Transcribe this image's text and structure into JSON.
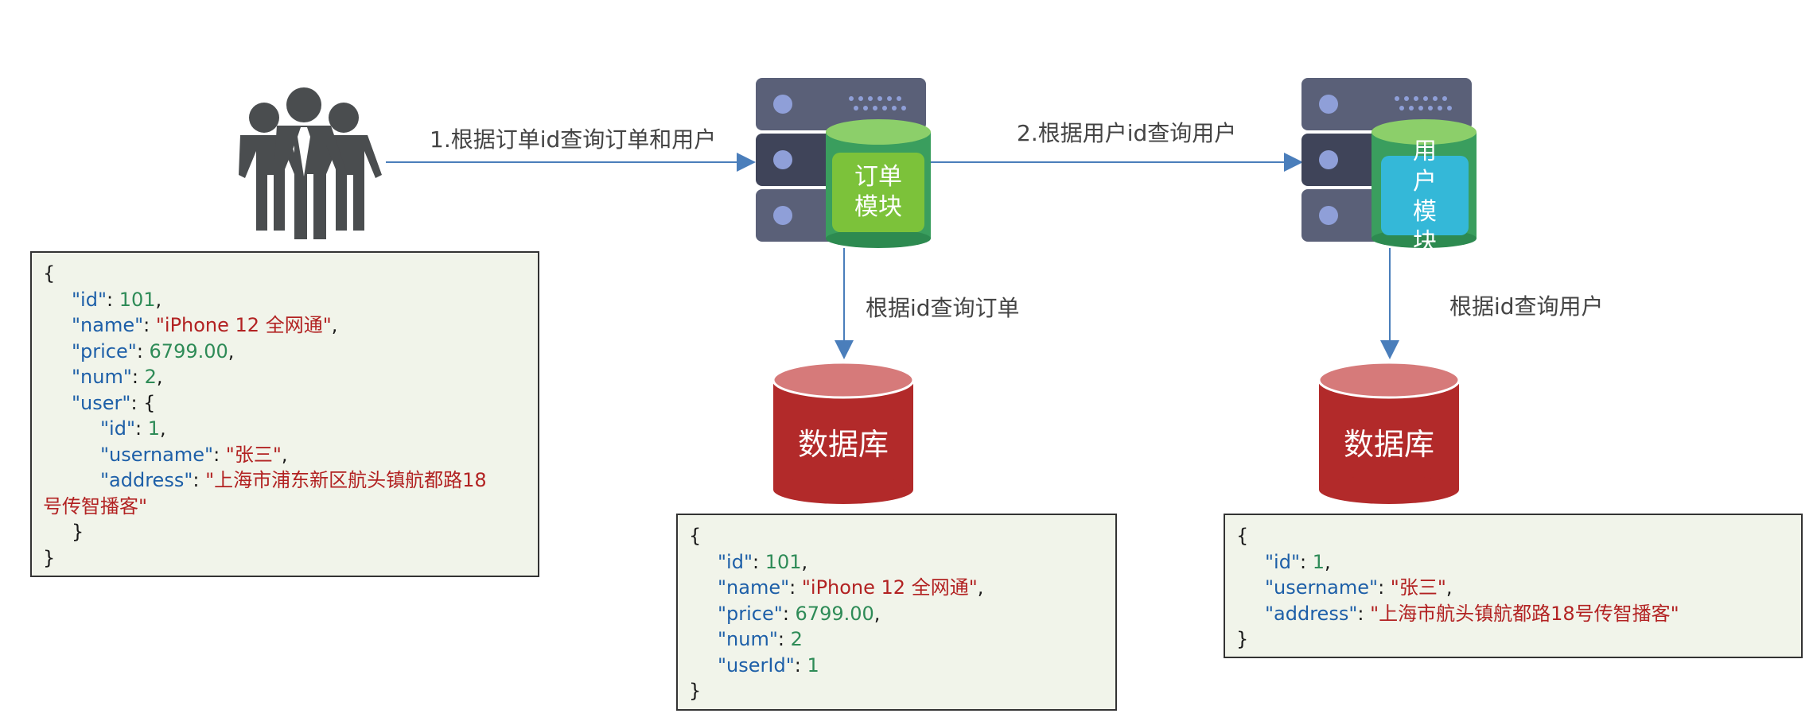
{
  "users_icon": "users-group-icon",
  "server_icon": "server-rack-icon",
  "database_icon": "database-cylinder-icon",
  "arrows": {
    "step1_label": "1.根据订单id查询订单和用户",
    "step2_label": "2.根据用户id查询用户",
    "order_db_label": "根据id查询订单",
    "user_db_label": "根据id查询用户"
  },
  "order_module": {
    "line1": "订单",
    "line2": "模块"
  },
  "user_module": {
    "c1": "用",
    "c2": "户",
    "c3": "模",
    "c4": "块"
  },
  "order_db": {
    "label": "数据库"
  },
  "user_db": {
    "label": "数据库"
  },
  "result_json": {
    "open": "{",
    "id_key": "\"id\"",
    "id_val": "101",
    "name_key": "\"name\"",
    "name_val": "\"iPhone 12 全网通\"",
    "price_key": "\"price\"",
    "price_val": "6799.00",
    "num_key": "\"num\"",
    "num_val": "2",
    "user_key": "\"user\"",
    "u_id_key": "\"id\"",
    "u_id_val": "1",
    "u_name_key": "\"username\"",
    "u_name_val": "\"张三\"",
    "u_addr_key": "\"address\"",
    "u_addr_val1": "\"上海市浦东新区航头镇航都路18",
    "u_addr_val2": "号传智播客\"",
    "inner_close": "}",
    "close": "}"
  },
  "order_json": {
    "open": "{",
    "id_key": "\"id\"",
    "id_val": "101",
    "name_key": "\"name\"",
    "name_val": "\"iPhone 12 全网通\"",
    "price_key": "\"price\"",
    "price_val": "6799.00",
    "num_key": "\"num\"",
    "num_val": "2",
    "userid_key": "\"userId\"",
    "userid_val": "1",
    "close": "}"
  },
  "user_json": {
    "open": "{",
    "id_key": "\"id\"",
    "id_val": "1",
    "name_key": "\"username\"",
    "name_val": "\"张三\"",
    "addr_key": "\"address\"",
    "addr_val": "\"上海市航头镇航都路18号传智播客\"",
    "close": "}"
  },
  "colors": {
    "arrow": "#4a7ebb",
    "server_dark": "#4d5268",
    "server_light": "#5a6078",
    "db_red": "#b22a2a",
    "db_top": "#d67a7a",
    "order_module_green": "#7cc23a",
    "user_module_cyan": "#34b8d8"
  }
}
